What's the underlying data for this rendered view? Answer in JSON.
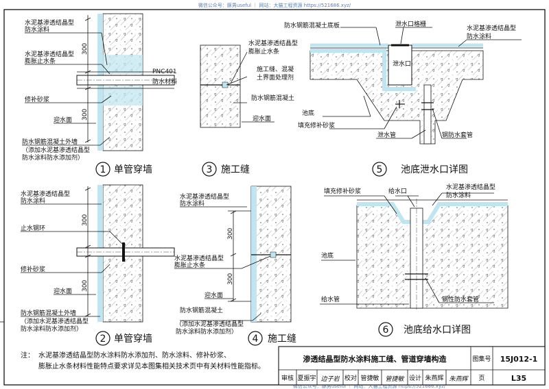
{
  "watermark_top": "微信公众号：豚男useful ｜ 网站：大猫工程资源 https://521686.xyz/",
  "watermark_bottom": "微信公众号：豚男useful ｜ 网站：大猫工程资源 https://521686.xyz/",
  "colors": {
    "coating": "#bfe6f0",
    "concrete_hatch": "#666666",
    "line": "#111111",
    "watermark": "#5a7fb8"
  },
  "details": [
    {
      "number": "1",
      "title": "单管穿墙",
      "labels": [
        "水泥基渗透结晶型",
        "防水涂料",
        "水泥基渗透结晶型",
        "膨胀止水条",
        "PNC401",
        "防水材料",
        "修补砂浆",
        "迎水面",
        "防水钢筋混凝土外墙",
        "（添加水泥基渗透结晶型",
        "防水涂料防水添加剂）"
      ],
      "dims": [
        "300",
        "300"
      ]
    },
    {
      "number": "2",
      "title": "单管穿墙",
      "labels": [
        "水泥基渗透结晶型",
        "防水涂料",
        "止水钢环",
        "修补砂浆",
        "迎水面",
        "防水钢筋混凝土外墙",
        "（添加水泥基渗透结晶型",
        "防水涂料防水添加剂）"
      ],
      "dims": [
        "300",
        "300"
      ]
    },
    {
      "number": "3",
      "title": "施工缝",
      "labels": [
        "水泥基渗透结晶型",
        "膨胀止水条",
        "施工缝、混凝",
        "土界面处理剂",
        "防水钢筋混凝土",
        "迎水面"
      ]
    },
    {
      "number": "4",
      "title": "施工缝",
      "labels": [
        "水泥基渗透结晶型",
        "防水涂料",
        "水泥基渗透结晶型",
        "膨胀止水条",
        "迎水面",
        "防水钢筋混凝土",
        "（添加水泥基渗透结晶型",
        "防水涂料防水添加剂）"
      ],
      "dims": [
        "300",
        "300"
      ]
    },
    {
      "number": "5",
      "title": "池底泄水口详图",
      "labels": [
        "防水钢筋混凝土底板",
        "泄水口格栅",
        "水泥基渗透结晶型",
        "防水涂料",
        "泄水口",
        "池底",
        "填充修补砂浆",
        "泄水管",
        "钢防水套管"
      ]
    },
    {
      "number": "6",
      "title": "池底给水口详图",
      "labels": [
        "填充修补砂浆",
        "给水口",
        "水泥基渗透结晶型",
        "防水涂料",
        "池底",
        "给水管",
        "钢性防水套管"
      ]
    }
  ],
  "note": {
    "prefix": "注：",
    "line1": "水泥基渗透结晶型防水涂料防水添加剂、防水涂料、修补砂浆、",
    "line2": "膨胀止水条材料性能特点要求详见本图集相关技术页中有关材料性能指标。"
  },
  "title_block": {
    "drawing_title": "渗透结晶型防水涂料施工缝、管道穿墙构造",
    "atlas_label": "图集号",
    "atlas_no": "15J012-1",
    "review_label": "审核",
    "reviewer": "夏振宇",
    "review_sign": "边子岩",
    "check_label": "校对",
    "checker": "管捷敏",
    "check_sign": "管捷敏",
    "design_label": "设计",
    "designer": "朱燕辉",
    "design_sign": "朱燕辉",
    "page_label": "页",
    "page_no": "L35"
  }
}
